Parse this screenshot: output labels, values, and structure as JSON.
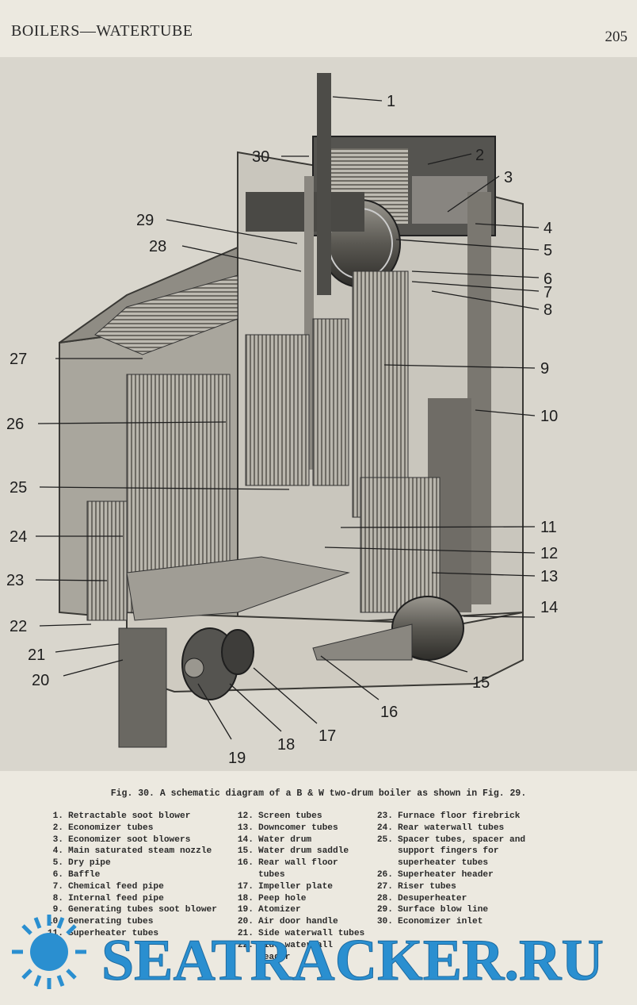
{
  "header": {
    "running_head": "BOILERS—WATERTUBE",
    "page_number": "205"
  },
  "figure": {
    "callouts": [
      "1",
      "2",
      "3",
      "4",
      "5",
      "6",
      "7",
      "8",
      "9",
      "10",
      "11",
      "12",
      "13",
      "14",
      "15",
      "16",
      "17",
      "18",
      "19",
      "20",
      "21",
      "22",
      "23",
      "24",
      "25",
      "26",
      "27",
      "28",
      "29",
      "30"
    ]
  },
  "caption": "Fig. 30. A schematic diagram of a B & W two-drum boiler as shown in Fig. 29.",
  "legend": {
    "col1": [
      {
        "num": "1.",
        "text": "Retractable soot blower"
      },
      {
        "num": "2.",
        "text": "Economizer tubes"
      },
      {
        "num": "3.",
        "text": "Economizer soot blowers"
      },
      {
        "num": "4.",
        "text": "Main saturated steam nozzle"
      },
      {
        "num": "5.",
        "text": "Dry pipe"
      },
      {
        "num": "6.",
        "text": "Baffle"
      },
      {
        "num": "7.",
        "text": "Chemical feed pipe"
      },
      {
        "num": "8.",
        "text": "Internal feed pipe"
      },
      {
        "num": "9.",
        "text": "Generating tubes soot blower"
      },
      {
        "num": "10.",
        "text": "Generating tubes"
      },
      {
        "num": "11.",
        "text": "Superheater tubes"
      }
    ],
    "col2": [
      {
        "num": "12.",
        "text": "Screen tubes"
      },
      {
        "num": "13.",
        "text": "Downcomer tubes"
      },
      {
        "num": "14.",
        "text": "Water drum"
      },
      {
        "num": "15.",
        "text": "Water drum saddle"
      },
      {
        "num": "16.",
        "text": "Rear wall floor tubes"
      },
      {
        "num": "17.",
        "text": "Impeller plate"
      },
      {
        "num": "18.",
        "text": "Peep hole"
      },
      {
        "num": "19.",
        "text": "Atomizer"
      },
      {
        "num": "20.",
        "text": "Air door handle"
      },
      {
        "num": "21.",
        "text": "Side waterwall tubes"
      },
      {
        "num": "22.",
        "text": "Side waterwall header"
      }
    ],
    "col3": [
      {
        "num": "23.",
        "text": "Furnace floor firebrick"
      },
      {
        "num": "24.",
        "text": "Rear waterwall tubes"
      },
      {
        "num": "25.",
        "text": "Spacer tubes, spacer and support fingers for superheater tubes"
      },
      {
        "num": "26.",
        "text": "Superheater header"
      },
      {
        "num": "27.",
        "text": "Riser tubes"
      },
      {
        "num": "28.",
        "text": "Desuperheater"
      },
      {
        "num": "29.",
        "text": "Surface blow line"
      },
      {
        "num": "30.",
        "text": "Economizer inlet"
      }
    ]
  },
  "watermark": {
    "text": "SEATRACKER.RU",
    "color": "#2a8fd0"
  }
}
